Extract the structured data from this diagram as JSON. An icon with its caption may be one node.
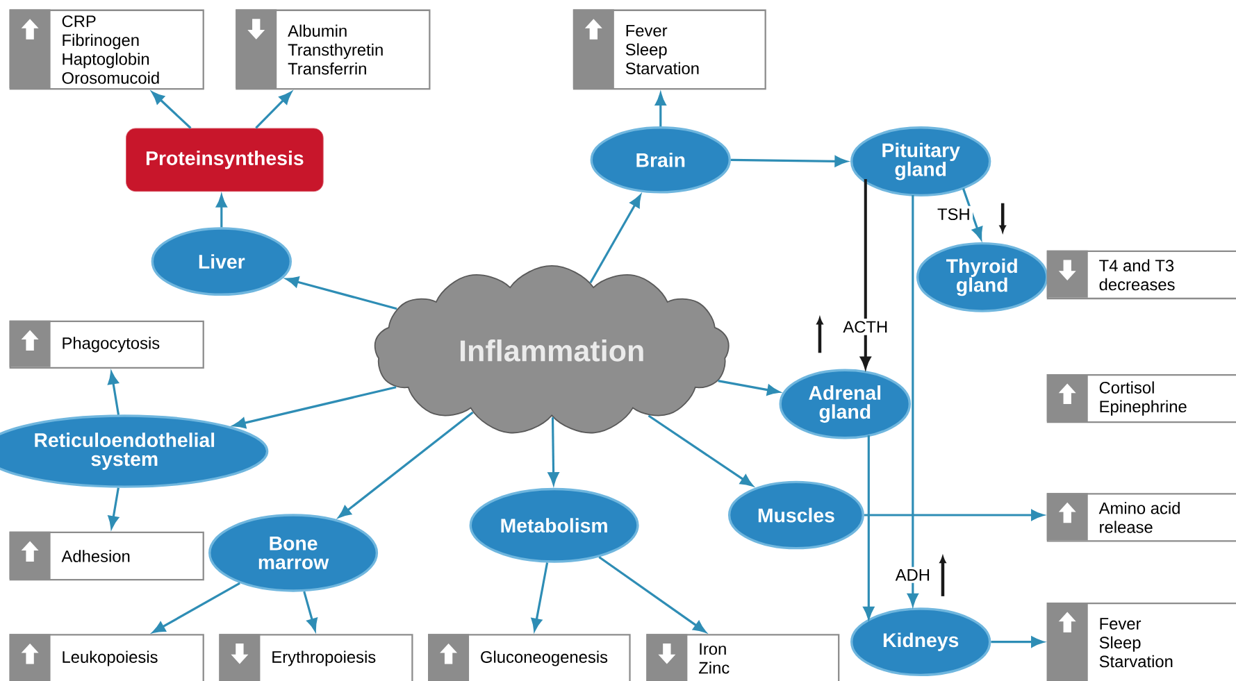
{
  "diagram": {
    "nodes": [
      {
        "text": [
          "CRP",
          "Fibrinogen",
          "Haptoglobin",
          "Orosomucoid"
        ]
      },
      {
        "text": [
          "Albumin",
          "Transthyretin",
          "Transferrin"
        ]
      },
      {
        "text": [
          "Fever",
          "Sleep",
          "Starvation"
        ]
      },
      {
        "text": [
          "Proteinsynthesis"
        ]
      },
      {
        "text": [
          "Brain"
        ]
      },
      {
        "text": [
          "Pituitary gland"
        ]
      },
      {
        "text": [
          "Liver"
        ]
      },
      {
        "text": [
          "Thyroid gland"
        ]
      },
      {
        "text": [
          "T4 and T3 decreases"
        ]
      },
      {
        "text": [
          "Phagocytosis"
        ]
      },
      {
        "text": [
          "Inflammation"
        ]
      },
      {
        "text": [
          "Adrenal gland"
        ]
      },
      {
        "text": [
          "Cortisol",
          "Epinephrine"
        ]
      },
      {
        "text": [
          "Reticuloendothelial system"
        ]
      },
      {
        "text": [
          "Metabolism"
        ]
      },
      {
        "text": [
          "Muscles"
        ]
      },
      {
        "text": [
          "Amino acid release"
        ]
      },
      {
        "text": [
          "Adhesion"
        ]
      },
      {
        "text": [
          "Bone marrow"
        ]
      },
      {
        "text": [
          "Kidneys"
        ]
      },
      {
        "text": [
          "Leukopoiesis"
        ]
      },
      {
        "text": [
          "Erythropoiesis"
        ]
      },
      {
        "text": [
          "Gluconeogenesis"
        ]
      },
      {
        "text": [
          "Iron",
          "Zinc"
        ]
      },
      {
        "text": [
          "Fever",
          "Sleep",
          "Starvation"
        ]
      }
    ],
    "edges": [
      {
        "from": 3,
        "to": 0,
        "arrow": "to"
      },
      {
        "from": 3,
        "to": 1,
        "arrow": "to"
      },
      {
        "from": 6,
        "to": 3,
        "arrow": "to"
      },
      {
        "from": 4,
        "to": 2,
        "arrow": "to"
      },
      {
        "from": 4,
        "to": 5,
        "arrow": "to"
      },
      {
        "from": 10,
        "to": 6,
        "arrow": "to"
      },
      {
        "from": 10,
        "to": 4,
        "arrow": "to"
      },
      {
        "from": 5,
        "to": 7,
        "arrow": "to",
        "label": "TSH"
      },
      {
        "from": 5,
        "to": 11,
        "arrow": "to",
        "label": "ACTH",
        "color": "#1a1a1a"
      },
      {
        "from": 5,
        "to": 19,
        "arrow": "to",
        "label": "ADH"
      },
      {
        "from": 10,
        "to": 13,
        "arrow": "to"
      },
      {
        "from": 10,
        "to": 11,
        "arrow": "to"
      },
      {
        "from": 10,
        "to": 18,
        "arrow": "to"
      },
      {
        "from": 10,
        "to": 14,
        "arrow": "to"
      },
      {
        "from": 10,
        "to": 15,
        "arrow": "to"
      },
      {
        "from": 13,
        "to": 9,
        "arrow": "to"
      },
      {
        "from": 13,
        "to": 17,
        "arrow": "to"
      },
      {
        "from": 18,
        "to": 20,
        "arrow": "to"
      },
      {
        "from": 18,
        "to": 21,
        "arrow": "to"
      },
      {
        "from": 14,
        "to": 22,
        "arrow": "to"
      },
      {
        "from": 14,
        "to": 23,
        "arrow": "to"
      },
      {
        "from": 11,
        "to": 19,
        "arrow": "to"
      },
      {
        "from": 15,
        "to": 16,
        "arrow": "to"
      },
      {
        "from": 19,
        "to": 24,
        "arrow": "to"
      }
    ]
  }
}
